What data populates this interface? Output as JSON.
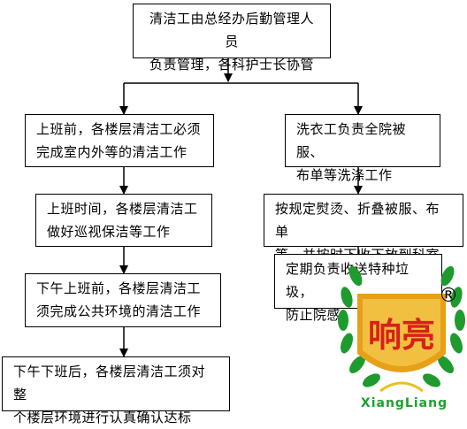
{
  "flowchart": {
    "top": "清洁工由总经办后勤管理人员\n负责管理，各科护士长协管",
    "left": [
      "上班前，各楼层清洁工必须\n完成室内外等的清洁工作",
      "上班时间，各楼层清洁工\n做好巡视保洁等工作",
      "下午上班前，各楼层清洁工\n须完成公共环境的清洁工作",
      "下午下班后，各楼层清洁工须对整\n个楼层环境进行认真确认达标"
    ],
    "right": [
      "洗衣工负责全院被服、\n布单等洗涤工作",
      "按规定熨烫、折叠被服、布单\n等，并按时下收下放到科室",
      "定期负责收送特种垃圾，\n防止院感"
    ]
  },
  "watermark": {
    "glyphs": "响亮",
    "brand": "XiangLiang",
    "registered_mark": "®",
    "colors": {
      "leaf": "#1f9a2e",
      "shield": "#e8a018",
      "glyph": "#d8201a",
      "wheat": "#e8c020"
    }
  }
}
